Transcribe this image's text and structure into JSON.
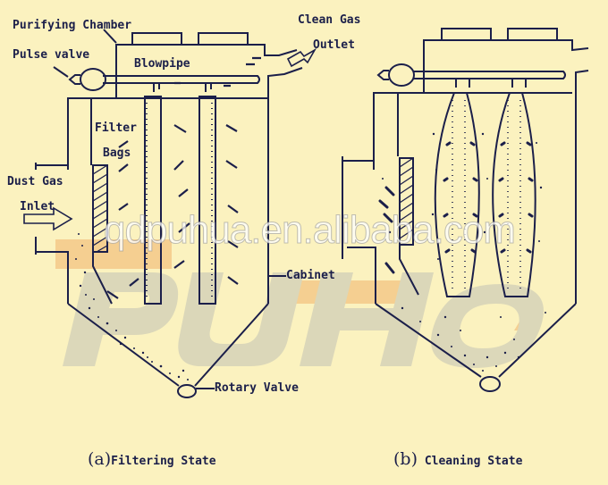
{
  "diagram": {
    "title_a": "Filtering State",
    "title_b": "Cleaning State",
    "marker_a": "(a)",
    "marker_b": "(b)",
    "labels": {
      "purifying_chamber": "Purifying Chamber",
      "pulse_valve": "Pulse valve",
      "blowpipe": "Blowpipe",
      "clean_gas": "Clean Gas",
      "outlet": "Outlet",
      "filter": "Filter",
      "bags": "Bags",
      "dust_gas": "Dust Gas",
      "inlet": "Inlet",
      "cabinet": "Cabinet",
      "rotary_valve": "Rotary Valve"
    }
  },
  "watermark": {
    "url_text": "qdpuhua.en.alibaba.com",
    "logo_text": "PUHO"
  },
  "colors": {
    "background": "#fbf2bf",
    "ink": "#1b1f4a",
    "logo_gray": "#d6d3b8",
    "logo_orange": "#f5c98a"
  }
}
